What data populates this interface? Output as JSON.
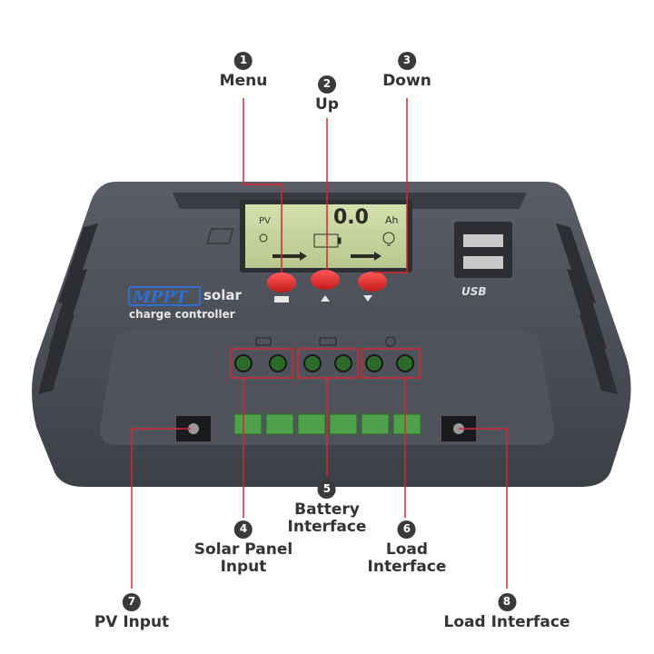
{
  "device": {
    "brand": "MPPT",
    "brand_suffix": "solar",
    "subtitle": "charge controller",
    "lcd": {
      "pv_label": "PV",
      "reading": "0.0",
      "unit": "Ah"
    },
    "usb_label": "USB"
  },
  "callouts": [
    {
      "number": "1",
      "label": "Menu"
    },
    {
      "number": "2",
      "label": "Up"
    },
    {
      "number": "3",
      "label": "Down"
    },
    {
      "number": "4",
      "label": "Solar Panel",
      "label2": "Input"
    },
    {
      "number": "5",
      "label": "Battery",
      "label2": "Interface"
    },
    {
      "number": "6",
      "label": "Load",
      "label2": "Interface"
    },
    {
      "number": "7",
      "label": "PV Input"
    },
    {
      "number": "8",
      "label": "Load Interface"
    }
  ],
  "colors": {
    "accent": "#d9262c",
    "body": "#4a4d55",
    "lcd": "#c8d4a0",
    "terminal_green": "#4fa04b",
    "brand_blue": "#2f6fd0"
  }
}
